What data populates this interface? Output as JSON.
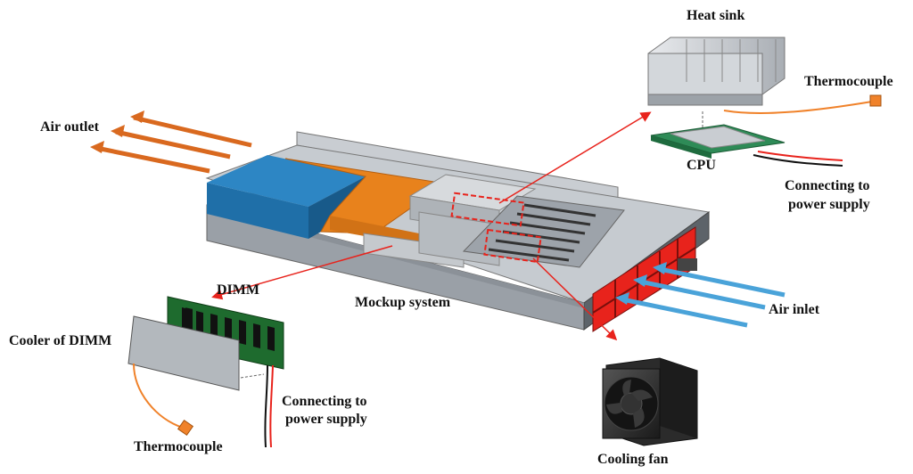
{
  "labels": {
    "heat_sink": "Heat sink",
    "thermocouple_top": "Thermocouple",
    "air_outlet": "Air outlet",
    "cpu": "CPU",
    "connecting_power_top_line1": "Connecting to",
    "connecting_power_top_line2": "power supply",
    "dimm": "DIMM",
    "mockup_system": "Mockup system",
    "air_inlet": "Air inlet",
    "cooler_of_dimm": "Cooler of DIMM",
    "connecting_power_bottom_line1": "Connecting to",
    "connecting_power_bottom_line2": "power supply",
    "thermocouple_bottom": "Thermocouple",
    "cooling_fan": "Cooling fan"
  },
  "colors": {
    "air_outlet_arrows": "#d9691f",
    "air_inlet_arrows": "#4aa3d9",
    "leader_lines": "#e8231c",
    "fan_panel": "#e8231c",
    "chassis": "#b9bec4",
    "orange_board": "#e8821c",
    "blue_block": "#1f6fa8",
    "dimm_pcb": "#1e6b2e",
    "thermocouple_wire": "#f0822a"
  }
}
